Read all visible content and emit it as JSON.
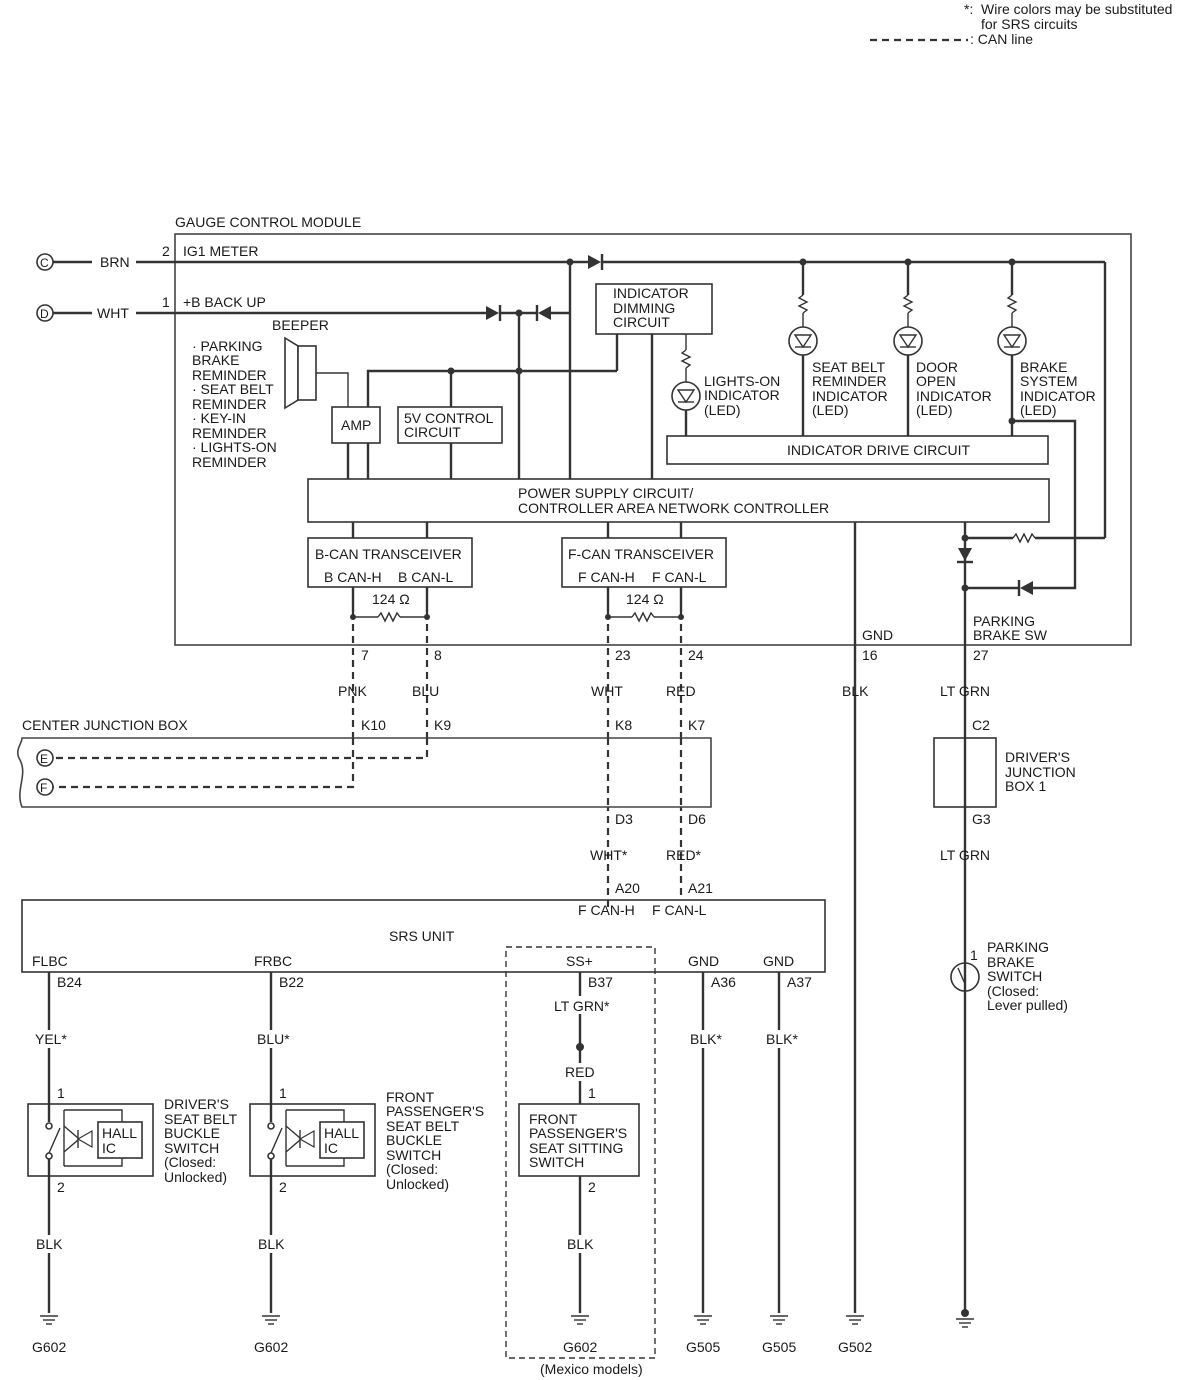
{
  "legend": {
    "star_mark": "*:",
    "star_note_1": "Wire colors may be substituted",
    "star_note_2": "for SRS circuits",
    "can_note": ": CAN line"
  },
  "gcm": {
    "title": "GAUGE CONTROL MODULE",
    "pin2": "2",
    "pin2_label": "IG1 METER",
    "pin1": "1",
    "pin1_label": "+B BACK UP",
    "beeper": "BEEPER",
    "reminders": [
      "· PARKING",
      "BRAKE",
      "REMINDER",
      "· SEAT BELT",
      "REMINDER",
      "· KEY-IN",
      "REMINDER",
      "· LIGHTS-ON",
      "REMINDER"
    ],
    "amp": "AMP",
    "fivev": [
      "5V CONTROL",
      "CIRCUIT"
    ],
    "dimming": [
      "INDICATOR",
      "DIMMING",
      "CIRCUIT"
    ],
    "lights_on": [
      "LIGHTS-ON",
      "INDICATOR",
      "(LED)"
    ],
    "seatbelt_ind": [
      "SEAT BELT",
      "REMINDER",
      "INDICATOR",
      "(LED)"
    ],
    "door_ind": [
      "DOOR",
      "OPEN",
      "INDICATOR",
      "(LED)"
    ],
    "brake_ind": [
      "BRAKE",
      "SYSTEM",
      "INDICATOR",
      "(LED)"
    ],
    "drive": "INDICATOR DRIVE CIRCUIT",
    "power": [
      "POWER SUPPLY CIRCUIT/",
      "CONTROLLER AREA NETWORK CONTROLLER"
    ],
    "bcan": "B-CAN TRANSCEIVER",
    "bcan_h": "B CAN-H",
    "bcan_l": "B CAN-L",
    "fcan": "F-CAN TRANSCEIVER",
    "fcan_h": "F CAN-H",
    "fcan_l": "F CAN-L",
    "ohm1": "124 Ω",
    "ohm2": "124 Ω",
    "gnd": "GND",
    "pbsw": [
      "PARKING",
      "BRAKE SW"
    ],
    "pins_bottom": [
      "7",
      "8",
      "23",
      "24",
      "16",
      "27"
    ]
  },
  "connectors": {
    "c": "C",
    "d": "D",
    "e": "E",
    "f": "F"
  },
  "wires": {
    "brn": "BRN",
    "wht": "WHT",
    "pnk": "PNK",
    "blu": "BLU",
    "wht2": "WHT",
    "red": "RED",
    "blk": "BLK",
    "ltgrn": "LT GRN",
    "ltgrn2": "LT GRN",
    "wht_s": "WHT*",
    "red_s": "RED*",
    "yel_s": "YEL*",
    "blu_s": "BLU*",
    "ltgrn_s": "LT GRN*",
    "red3": "RED",
    "blk_s1": "BLK*",
    "blk_s2": "BLK*",
    "blk1": "BLK",
    "blk2": "BLK",
    "blk3": "BLK"
  },
  "cjb": {
    "title": "CENTER JUNCTION BOX",
    "k10": "K10",
    "k9": "K9",
    "k8": "K8",
    "k7": "K7",
    "d3": "D3",
    "d6": "D6"
  },
  "djb": {
    "label": [
      "DRIVER'S",
      "JUNCTION",
      "BOX 1"
    ],
    "c2": "C2",
    "g3": "G3"
  },
  "srs": {
    "title": "SRS UNIT",
    "a20": "A20",
    "a21": "A21",
    "fcanh": "F CAN-H",
    "fcanl": "F CAN-L",
    "flbc": "FLBC",
    "frbc": "FRBC",
    "ssp": "SS+",
    "gnd1": "GND",
    "gnd2": "GND",
    "b24": "B24",
    "b22": "B22",
    "b37": "B37",
    "a36": "A36",
    "a37": "A37"
  },
  "switches": {
    "drv": [
      "DRIVER'S",
      "SEAT BELT",
      "BUCKLE",
      "SWITCH",
      "(Closed:",
      "Unlocked)"
    ],
    "pas": [
      "FRONT",
      "PASSENGER'S",
      "SEAT BELT",
      "BUCKLE",
      "SWITCH",
      "(Closed:",
      "Unlocked)"
    ],
    "hall": [
      "HALL",
      "IC"
    ],
    "sit": [
      "FRONT",
      "PASSENGER'S",
      "SEAT SITTING",
      "SWITCH"
    ],
    "pb": [
      "PARKING",
      "BRAKE",
      "SWITCH",
      "(Closed:",
      "Lever pulled)"
    ],
    "p1": "1",
    "p2": "2"
  },
  "grounds": [
    "G602",
    "G602",
    "G602",
    "G505",
    "G505",
    "G502"
  ],
  "mexico": "(Mexico models)"
}
